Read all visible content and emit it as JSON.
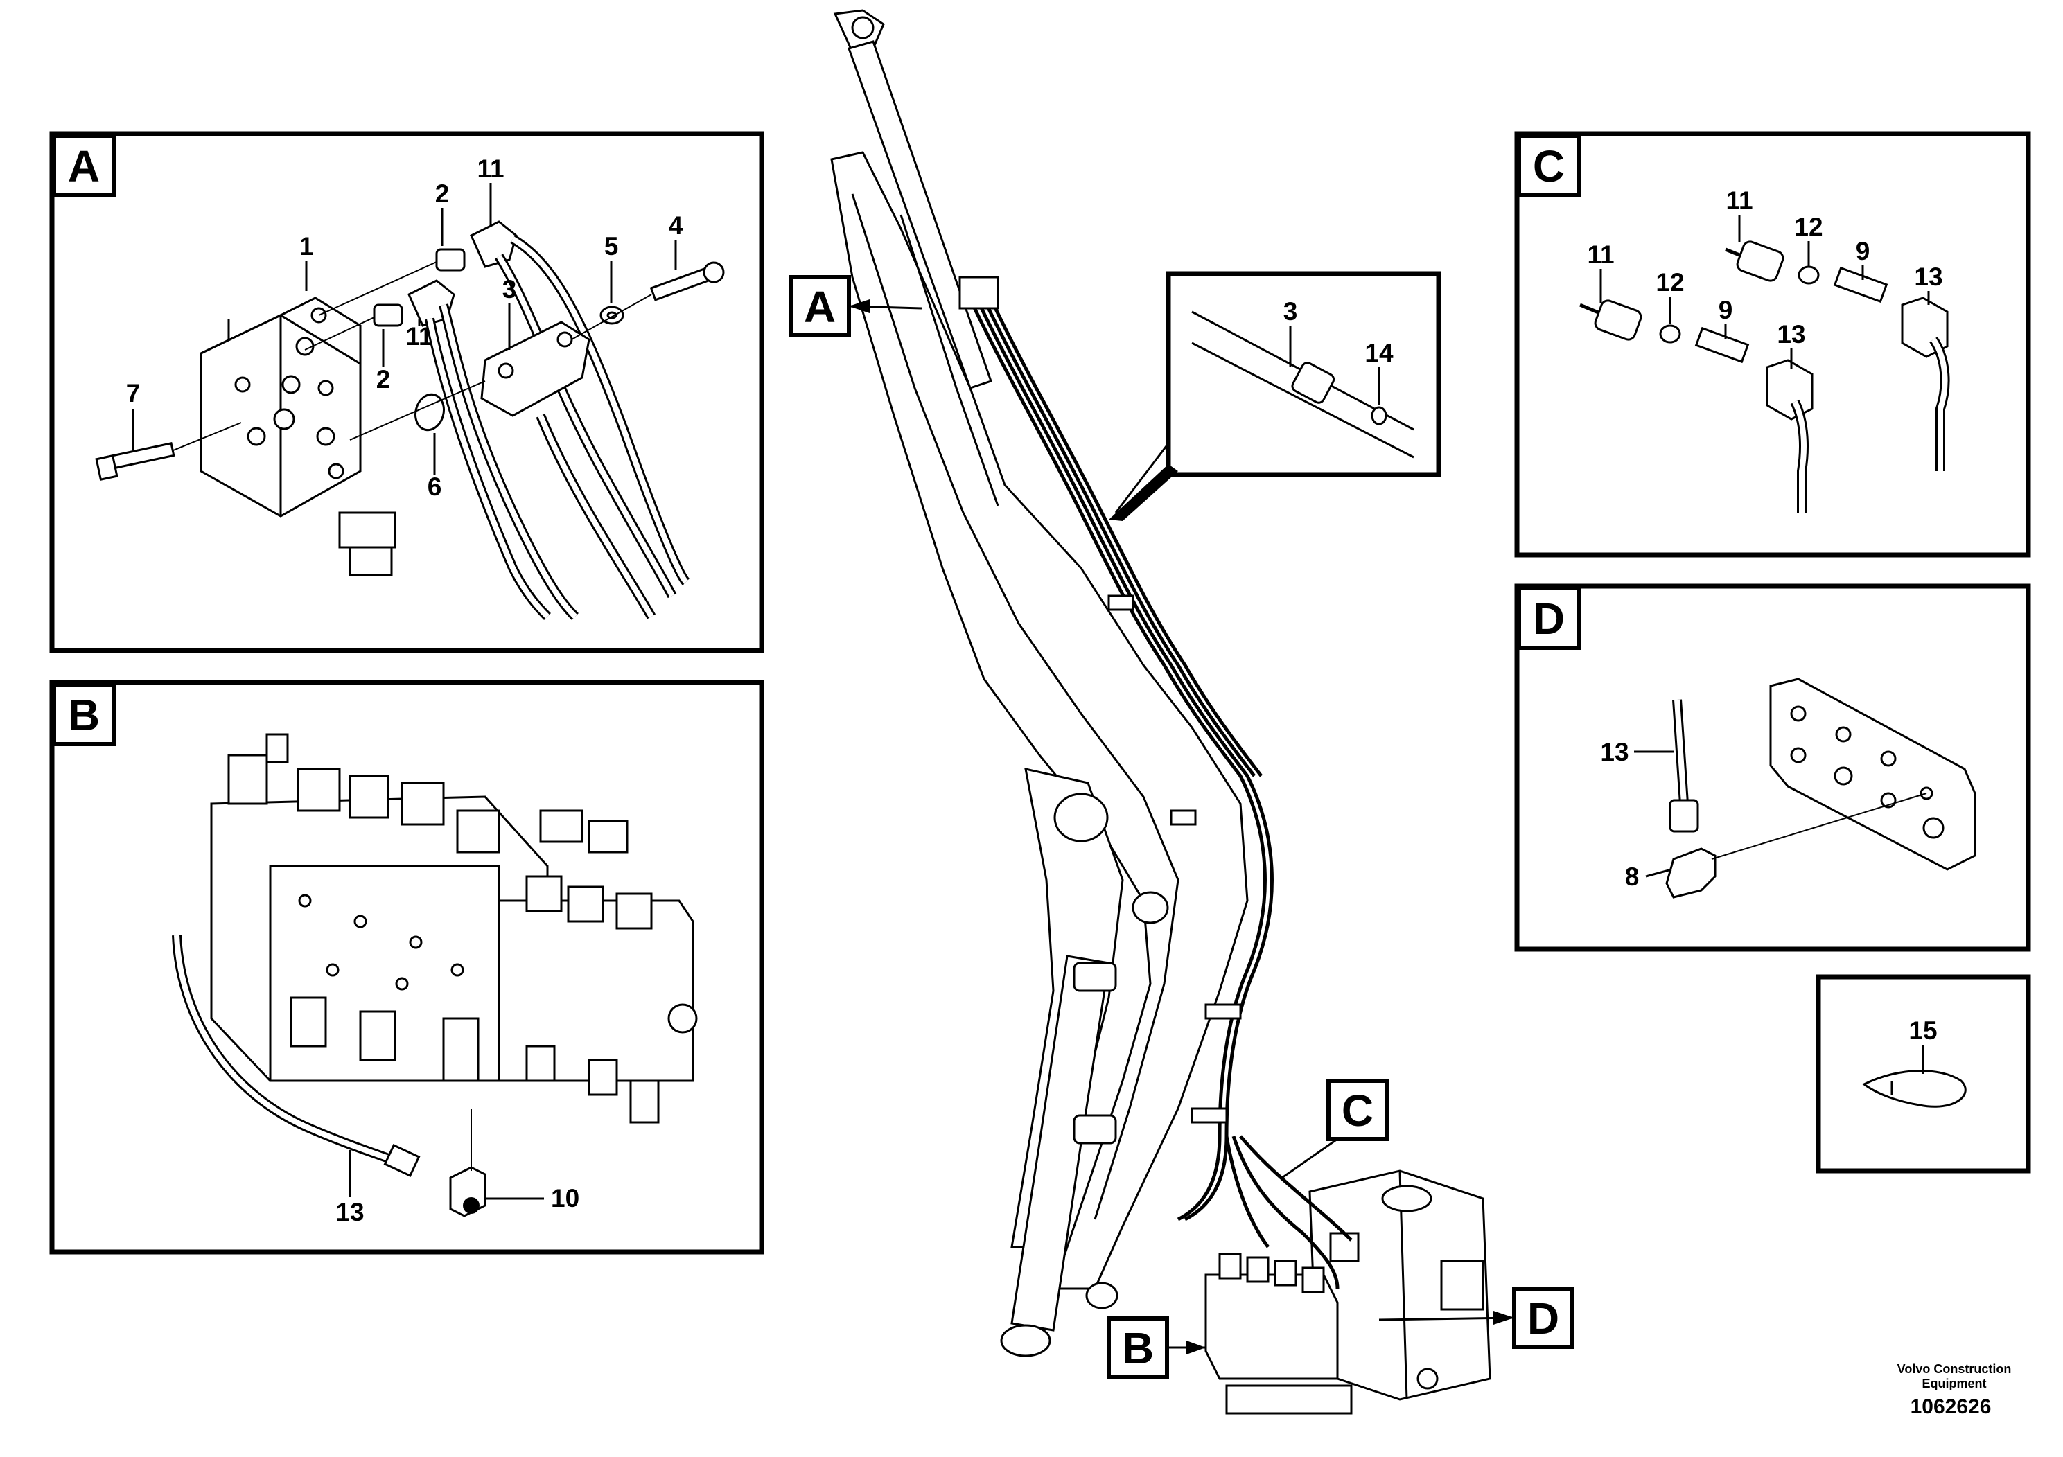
{
  "views": {
    "A": {
      "label": "A",
      "items": {
        "p1": "1",
        "p2a": "2",
        "p2b": "2",
        "p3": "3",
        "p4": "4",
        "p5": "5",
        "p6": "6",
        "p7": "7",
        "p11a": "11",
        "p11b": "11"
      }
    },
    "B": {
      "label": "B",
      "items": {
        "p13": "13",
        "p10": "10"
      }
    },
    "C": {
      "label": "C",
      "items": {
        "p11a": "11",
        "p11b": "11",
        "p12a": "12",
        "p12b": "12",
        "p9a": "9",
        "p9b": "9",
        "p13a": "13",
        "p13b": "13"
      }
    },
    "D": {
      "label": "D",
      "items": {
        "p13": "13",
        "p8": "8"
      }
    },
    "detail": {
      "items": {
        "p3": "3",
        "p14": "14"
      }
    },
    "tie": {
      "items": {
        "p15": "15"
      }
    }
  },
  "callouts": {
    "A": "A",
    "B": "B",
    "C": "C",
    "D": "D"
  },
  "footer": {
    "brand_line1": "Volvo Construction",
    "brand_line2": "Equipment",
    "drawing_number": "1062626"
  }
}
